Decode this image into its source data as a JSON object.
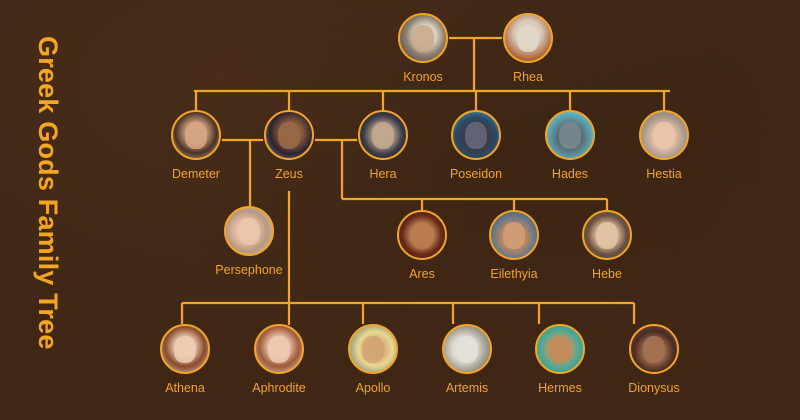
{
  "title": "Greek Gods Family Tree",
  "colors": {
    "accent": "#f3a623",
    "label": "#f0a42b",
    "background": "#3f2615"
  },
  "nodes": {
    "kronos": {
      "label": "Kronos",
      "icon": "portrait-old-bearded-man"
    },
    "rhea": {
      "label": "Rhea",
      "icon": "portrait-marble-bust-woman"
    },
    "demeter": {
      "label": "Demeter",
      "icon": "portrait-woman-jeweled"
    },
    "zeus": {
      "label": "Zeus",
      "icon": "portrait-bearded-man-lightning"
    },
    "hera": {
      "label": "Hera",
      "icon": "portrait-crowned-woman"
    },
    "poseidon": {
      "label": "Poseidon",
      "icon": "portrait-bearded-man-sea"
    },
    "hades": {
      "label": "Hades",
      "icon": "portrait-bearded-man-watery"
    },
    "hestia": {
      "label": "Hestia",
      "icon": "portrait-woman-powdered-wig"
    },
    "persephone": {
      "label": "Persephone",
      "icon": "portrait-woman-flower-crown"
    },
    "ares": {
      "label": "Ares",
      "icon": "portrait-warrior-helmet"
    },
    "eilethyia": {
      "label": "Eilethyia",
      "icon": "portrait-woman-standing"
    },
    "hebe": {
      "label": "Hebe",
      "icon": "portrait-woman-curly-hair"
    },
    "athena": {
      "label": "Athena",
      "icon": "portrait-woman-auburn-hair"
    },
    "aphrodite": {
      "label": "Aphrodite",
      "icon": "portrait-woman-red-hair"
    },
    "apollo": {
      "label": "Apollo",
      "icon": "portrait-man-halo"
    },
    "artemis": {
      "label": "Artemis",
      "icon": "portrait-marble-statue-woman"
    },
    "hermes": {
      "label": "Hermes",
      "icon": "portrait-winged-helmet"
    },
    "dionysus": {
      "label": "Dionysus",
      "icon": "portrait-bearded-man-grapes"
    }
  },
  "relationships": [
    {
      "type": "couple",
      "members": [
        "Kronos",
        "Rhea"
      ],
      "children": [
        "Demeter",
        "Zeus",
        "Hera",
        "Poseidon",
        "Hades",
        "Hestia"
      ]
    },
    {
      "type": "couple",
      "members": [
        "Zeus",
        "Demeter"
      ],
      "children": [
        "Persephone"
      ]
    },
    {
      "type": "couple",
      "members": [
        "Zeus",
        "Hera"
      ],
      "children": [
        "Ares",
        "Eilethyia",
        "Hebe"
      ]
    },
    {
      "type": "parent",
      "members": [
        "Zeus"
      ],
      "children": [
        "Athena",
        "Aphrodite",
        "Apollo",
        "Artemis",
        "Hermes",
        "Dionysus"
      ]
    }
  ]
}
